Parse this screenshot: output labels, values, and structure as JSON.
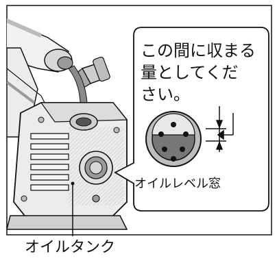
{
  "callout": {
    "instruction_line1": "この間に収まる",
    "instruction_line2": "量としてくだ",
    "instruction_line3": "さい。",
    "window_label": "オイルレベル窓"
  },
  "tank_label": "オイルタンク",
  "colors": {
    "line": "#111111",
    "body_fill": "#e9e9e9",
    "shade": "#9a9a9a",
    "dark": "#555555",
    "oil": "#8a8a8a"
  }
}
